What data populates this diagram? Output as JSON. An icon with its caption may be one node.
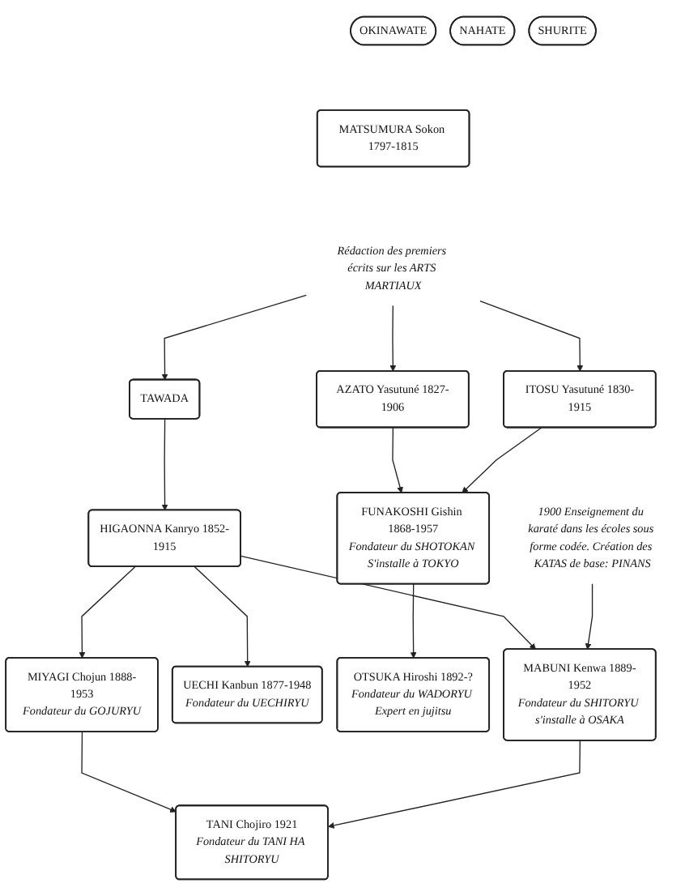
{
  "diagram": {
    "nodes": [
      {
        "text": [
          "OKINAWATE"
        ]
      },
      {
        "text": [
          "NAHATE"
        ]
      },
      {
        "text": [
          "SHURITE"
        ]
      },
      {
        "text": [
          "MATSUMURA Sokon 1797-1815"
        ]
      },
      {
        "text": [
          "Rédaction des premiers écrits sur les ARTS MARTIAUX"
        ]
      },
      {
        "text": [
          "TAWADA"
        ]
      },
      {
        "text": [
          "AZATO Yasutuné 1827-1906"
        ]
      },
      {
        "text": [
          "ITOSU Yasutuné 1830-1915"
        ]
      },
      {
        "text": [
          "1900 Enseignement du karaté dans les écoles sous forme codée. Création des KATAS de base: PINANS"
        ]
      },
      {
        "text": [
          "HIGAONNA Kanryo 1852-1915"
        ]
      },
      {
        "text": [
          "MIYAGI Chojun 1888-1953",
          "Fondateur du GOJURYU"
        ]
      },
      {
        "text": [
          "UECHI Kanbun 1877-1948",
          "Fondateur du UECHIRYU"
        ]
      },
      {
        "text": [
          "FUNAKOSHI Gishin 1868-1957",
          "Fondateur du SHOTOKAN S'installe à TOKYO"
        ]
      },
      {
        "text": [
          "OTSUKA Hiroshi 1892-?",
          "Fondateur du WADORYU Expert en jujitsu"
        ]
      },
      {
        "text": [
          "MABUNI Kenwa 1889-1952",
          "Fondateur du SHITORYU s'installe à OSAKA"
        ]
      },
      {
        "text": [
          "TANI Chojiro 1921",
          "Fondateur du TANI HA SHITORYU"
        ]
      }
    ],
    "edges": [
      {
        "from": 4,
        "to": 5,
        "arrow": "to"
      },
      {
        "from": 4,
        "to": 6,
        "arrow": "to"
      },
      {
        "from": 4,
        "to": 7,
        "arrow": "to"
      },
      {
        "from": 5,
        "to": 9,
        "arrow": "to"
      },
      {
        "from": 6,
        "to": 12,
        "arrow": "to"
      },
      {
        "from": 7,
        "to": 12,
        "arrow": "to"
      },
      {
        "from": 9,
        "to": 10,
        "arrow": "to"
      },
      {
        "from": 9,
        "to": 11,
        "arrow": "to"
      },
      {
        "from": 9,
        "to": 14,
        "arrow": "to"
      },
      {
        "from": 8,
        "to": 14,
        "arrow": "to"
      },
      {
        "from": 12,
        "to": 13,
        "arrow": "to"
      },
      {
        "from": 10,
        "to": 15,
        "arrow": "to"
      },
      {
        "from": 14,
        "to": 15,
        "arrow": "to"
      }
    ]
  }
}
